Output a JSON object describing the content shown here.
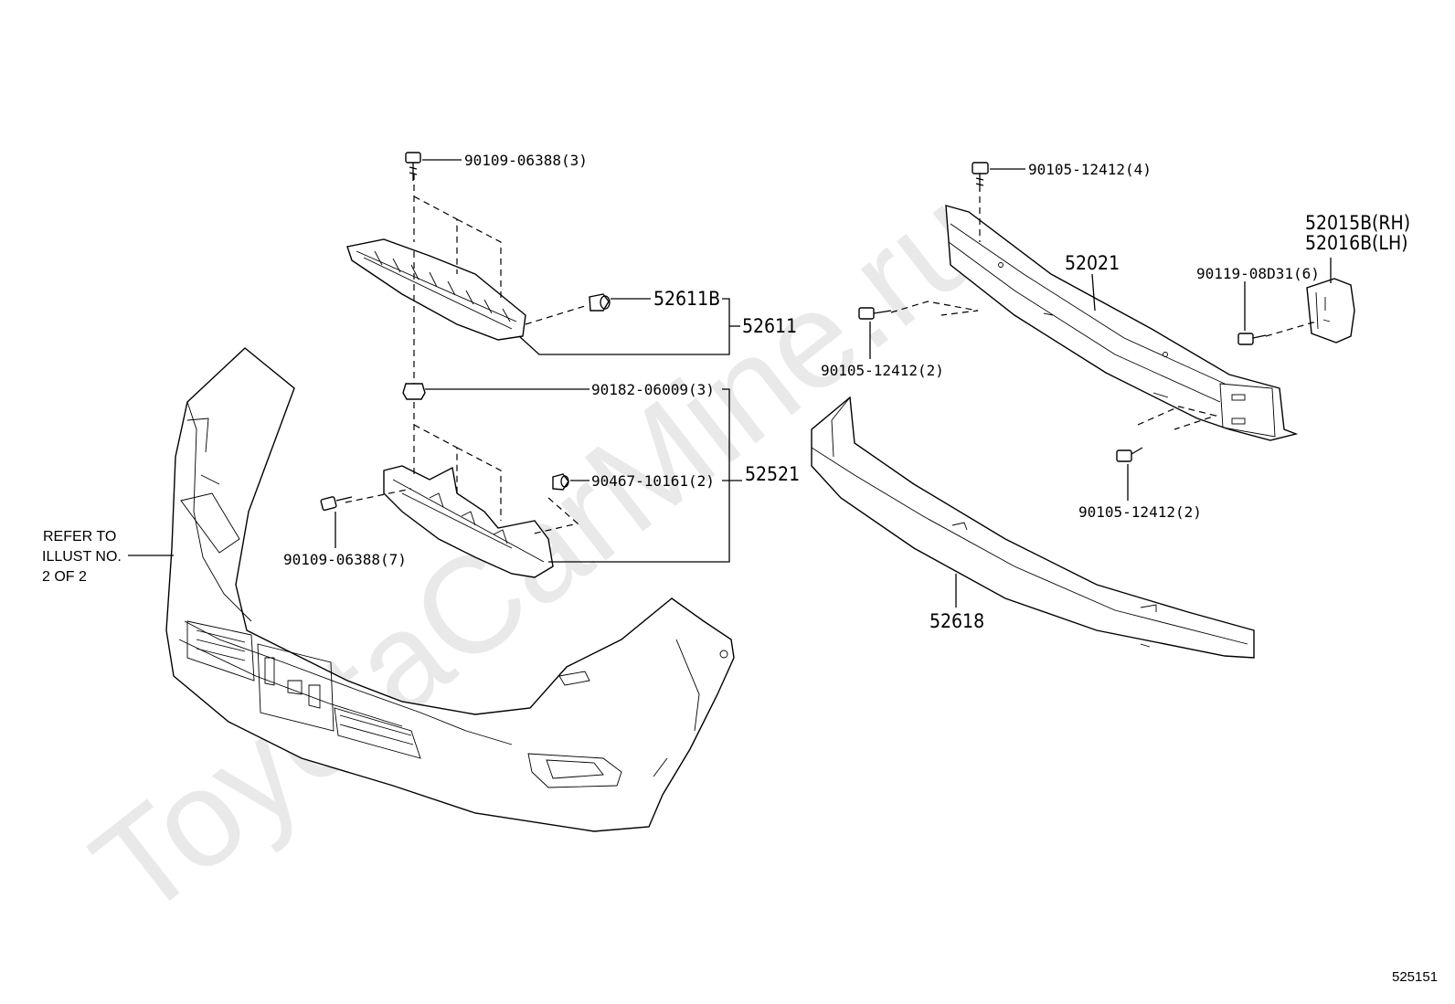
{
  "watermark": "ToyotaCarMine.ru",
  "figure_number": "525151",
  "note": {
    "line1": "REFER TO",
    "line2": "ILLUST NO.",
    "line3": "2 OF 2"
  },
  "labels": {
    "bolt_upper_left": "90109-06388(3)",
    "clip_52611B": "52611B",
    "assy_52611": "52611",
    "nut_90182": "90182-06009(3)",
    "clip_90467": "90467-10161(2)",
    "assy_52521": "52521",
    "bolt_lower_left": "90109-06388(7)",
    "bolt_top_right": "90105-12412(4)",
    "reinforcement_52021": "52021",
    "bracket_rh": "52015B(RH)",
    "bracket_lh": "52016B(LH)",
    "bolt_90119": "90119-08D31(6)",
    "bolt_left_right": "90105-12412(2)",
    "bolt_bottom_right": "90105-12412(2)",
    "absorber_52618": "52618"
  }
}
